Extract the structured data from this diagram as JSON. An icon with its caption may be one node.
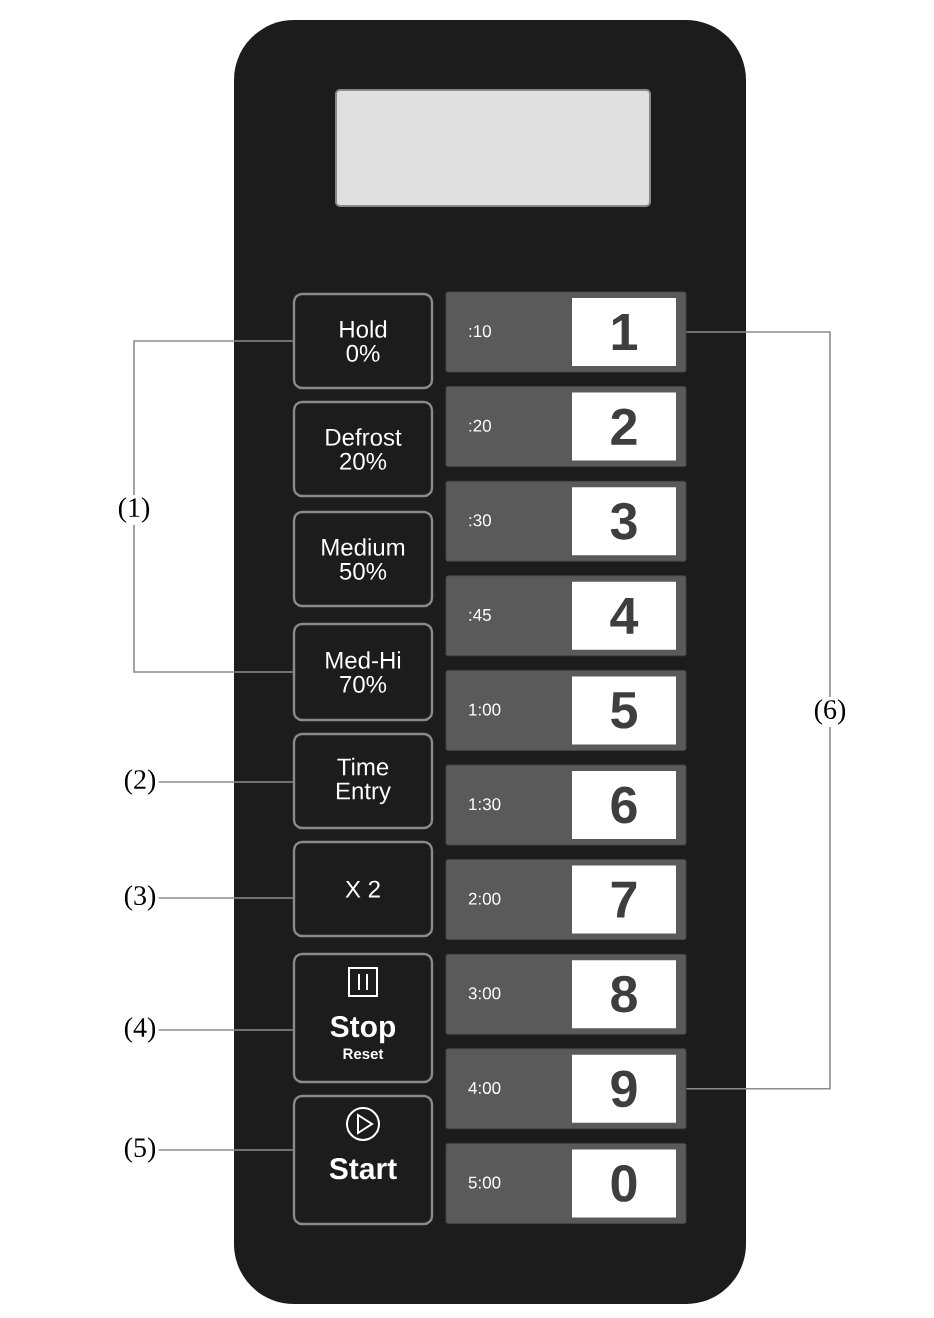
{
  "diagram": {
    "nodes": [
      {
        "text": [],
        "shape": "box"
      },
      {
        "text": [],
        "shape": "box",
        "in": 0
      },
      {
        "text": [
          "Hold 0%"
        ],
        "in": 0
      },
      {
        "text": [
          "Defrost 20%"
        ],
        "in": 0
      },
      {
        "text": [
          "Medium 50%"
        ],
        "in": 0
      },
      {
        "text": [
          "Med-Hi 70%"
        ],
        "in": 0
      },
      {
        "text": [
          "Time Entry"
        ],
        "in": 0
      },
      {
        "text": [
          "X 2"
        ],
        "in": 0
      },
      {
        "text": [
          "Stop",
          "Reset"
        ],
        "in": 0
      },
      {
        "text": [
          "Start"
        ],
        "in": 0
      },
      {
        "text": [
          ":10",
          "1"
        ],
        "in": 0
      },
      {
        "text": [
          ":20",
          "2"
        ],
        "in": 0
      },
      {
        "text": [
          ":30",
          "3"
        ],
        "in": 0
      },
      {
        "text": [
          ":45",
          "4"
        ],
        "in": 0
      },
      {
        "text": [
          "1:00",
          "5"
        ],
        "in": 0
      },
      {
        "text": [
          "1:30",
          "6"
        ],
        "in": 0
      },
      {
        "text": [
          "2:00",
          "7"
        ],
        "in": 0
      },
      {
        "text": [
          "3:00",
          "8"
        ],
        "in": 0
      },
      {
        "text": [
          "4:00",
          "9"
        ],
        "in": 0
      },
      {
        "text": [
          "5:00",
          "0"
        ],
        "in": 0
      },
      {
        "text": [
          "(1)"
        ]
      },
      {
        "text": [
          "(2)"
        ]
      },
      {
        "text": [
          "(3)"
        ]
      },
      {
        "text": [
          "(4)"
        ]
      },
      {
        "text": [
          "(5)"
        ]
      },
      {
        "text": [
          "(6)"
        ]
      }
    ],
    "edges": [
      {
        "from": 20,
        "to": 2,
        "arrow": "none"
      },
      {
        "from": 20,
        "to": 5,
        "arrow": "none"
      },
      {
        "from": 21,
        "to": 6,
        "arrow": "none"
      },
      {
        "from": 22,
        "to": 7,
        "arrow": "none"
      },
      {
        "from": 23,
        "to": 8,
        "arrow": "none"
      },
      {
        "from": 24,
        "to": 9,
        "arrow": "none"
      },
      {
        "from": 25,
        "to": 10,
        "arrow": "none"
      },
      {
        "from": 25,
        "to": 18,
        "arrow": "none"
      }
    ]
  }
}
